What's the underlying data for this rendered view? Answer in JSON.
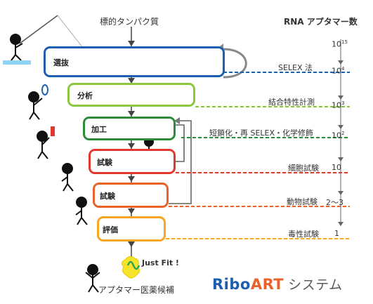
{
  "header": {
    "target_label": "標的タンパク質",
    "count_header": "RNA アプタマー数"
  },
  "stages": [
    {
      "label": "選抜",
      "color": "#1c5fb0"
    },
    {
      "label": "分析",
      "color": "#8cc63f"
    },
    {
      "label": "加工",
      "color": "#2e8b3a"
    },
    {
      "label": "試験",
      "color": "#e03a2f"
    },
    {
      "label": "試験",
      "color": "#e8622a"
    },
    {
      "label": "評価",
      "color": "#f5a623"
    }
  ],
  "methods": [
    {
      "label": "SELEX 法",
      "color": "#1c5fb0"
    },
    {
      "label": "結合特性計測",
      "color": "#8cc63f"
    },
    {
      "label": "短鎖化・再 SELEX・化学修飾",
      "color": "#2e8b3a"
    },
    {
      "label": "細胞試験",
      "color": "#e03a2f"
    },
    {
      "label": "動物試験",
      "color": "#e8622a"
    },
    {
      "label": "毒性試験",
      "color": "#f5a623"
    }
  ],
  "counts": [
    {
      "base": "10",
      "exp": "15"
    },
    {
      "base": "10",
      "exp": "4"
    },
    {
      "base": "10",
      "exp": "3"
    },
    {
      "base": "10",
      "exp": "2"
    },
    {
      "base": "10",
      "exp": ""
    },
    {
      "base": "2〜3",
      "exp": ""
    },
    {
      "base": "1",
      "exp": ""
    }
  ],
  "footer": {
    "just_fit": "Just Fit !",
    "candidate_label": "アプタマー医薬候補",
    "logo_ribo": "Ribo",
    "logo_art": "ART",
    "logo_system": "システム"
  },
  "icons": [
    "target-protein-icon",
    "aptamer-strand-icon",
    "cell-icon",
    "mouse-icon",
    "monkey-icon",
    "stick-figure-icon",
    "scissors-icon",
    "recycle-arrow-icon",
    "flask-icon",
    "magnifier-icon"
  ]
}
